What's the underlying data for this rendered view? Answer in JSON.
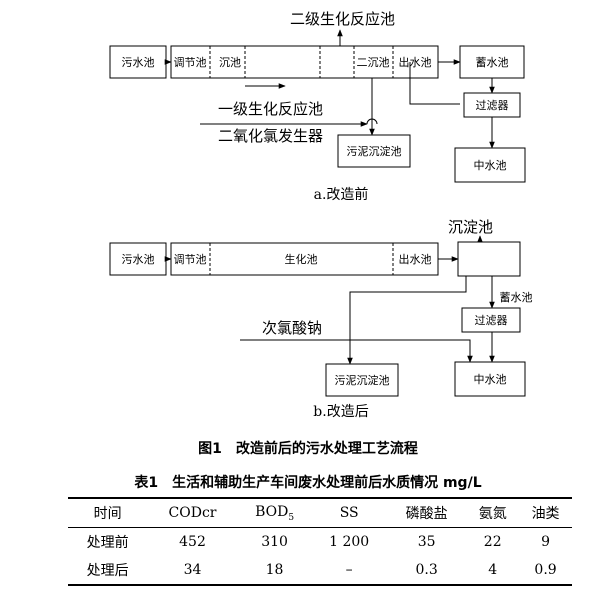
{
  "figure": {
    "before": {
      "sewage_pool": "污水池",
      "adjust_pool": "调节池",
      "sedimentation_1": "沉池",
      "sedimentation_2": "二沉池",
      "outlet_pool": "出水池",
      "storage_pool": "蓄水池",
      "filter": "过滤器",
      "sludge_pool": "污泥沉淀池",
      "reclaimed_pool": "中水池",
      "secondary_reactor": "二级生化反应池",
      "primary_reactor": "一级生化反应池",
      "chlorine_dioxide_generator": "二氧化氯发生器",
      "sublabel": "a.改造前"
    },
    "after": {
      "sewage_pool": "污水池",
      "adjust_pool": "调节池",
      "bio_pool": "生化池",
      "outlet_pool": "出水池",
      "settling_tank": "沉淀池",
      "storage_pool": "蓄水池",
      "filter": "过滤器",
      "hypochlorite": "次氯酸钠",
      "sludge_pool": "污泥沉淀池",
      "reclaimed_pool": "中水池",
      "sublabel": "b.改造后"
    },
    "caption": "图1　改造前后的污水处理工艺流程"
  },
  "table": {
    "caption": "表1　生活和辅助生产车间废水处理前后水质情况 mg/L",
    "headers": [
      "时间",
      "CODcr",
      "BOD",
      "SS",
      "磷酸盐",
      "氨氮",
      "油类"
    ],
    "bod_subscript": "5",
    "rows": [
      [
        "处理前",
        "452",
        "310",
        "1 200",
        "35",
        "22",
        "9"
      ],
      [
        "处理后",
        "34",
        "18",
        "–",
        "0.3",
        "4",
        "0.9"
      ]
    ]
  }
}
